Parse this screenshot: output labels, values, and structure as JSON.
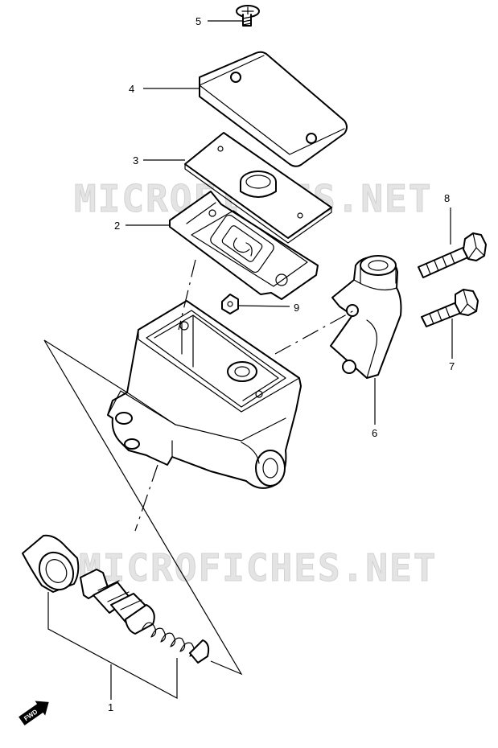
{
  "watermark": {
    "text_top": "MICROFICHES.NET",
    "text_bottom": "MICROFICHES.NET"
  },
  "callouts": [
    {
      "id": "1",
      "label": "1",
      "part": "piston-kit"
    },
    {
      "id": "2",
      "label": "2",
      "part": "diaphragm-plate"
    },
    {
      "id": "3",
      "label": "3",
      "part": "diaphragm"
    },
    {
      "id": "4",
      "label": "4",
      "part": "reservoir-cap"
    },
    {
      "id": "5",
      "label": "5",
      "part": "cap-screw"
    },
    {
      "id": "6",
      "label": "6",
      "part": "holder-clamp"
    },
    {
      "id": "7",
      "label": "7",
      "part": "clamp-bolt"
    },
    {
      "id": "8",
      "label": "8",
      "part": "clamp-bolt"
    },
    {
      "id": "9",
      "label": "9",
      "part": "clip"
    }
  ],
  "fwd_badge": {
    "text": "FWD"
  },
  "colors": {
    "line": "#000000",
    "background": "#ffffff",
    "watermark": "#e4e4e4"
  }
}
